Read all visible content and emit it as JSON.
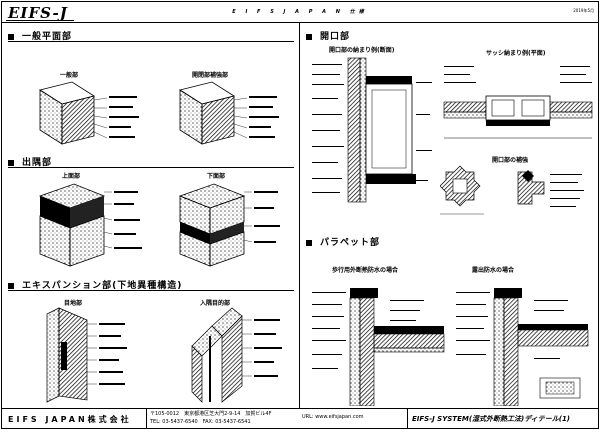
{
  "header": {
    "logo": "EIFS-J",
    "brand": "E I F S   J A P A N 仕様",
    "date": "2019年5月"
  },
  "left": {
    "sec1": {
      "title": "一般平面部",
      "fig1": "一般部",
      "fig2": "開閉部補強部"
    },
    "sec2": {
      "title": "出隅部",
      "fig1": "上面部",
      "fig2": "下面部"
    },
    "sec3": {
      "title": "エキスパンション部(下地異種構造)",
      "fig1": "目地部",
      "fig2": "入隅目的部"
    }
  },
  "right": {
    "sec1": {
      "title": "開口部",
      "fig1": "開口部の納まり例(断面)",
      "fig2": "サッシ納まり例(平面)",
      "fig3": "開口部の補強"
    },
    "sec2": {
      "title": "パラペット部",
      "fig1": "歩行用外断熱防水の場合",
      "fig2": "露出防水の場合"
    }
  },
  "footer": {
    "company": "EIFS JAPAN株式会社",
    "addr1": "〒105-0012　東京都港区芝大門2-9-14　加賀ビル4F",
    "addr2": "TEL: 03-5437-6540　FAX: 03-5437-6541",
    "url": "URL: www.eifsjapan.com",
    "title": "EIFS-J SYSTEM(湿式外断熱工法)ディテール(1)"
  }
}
